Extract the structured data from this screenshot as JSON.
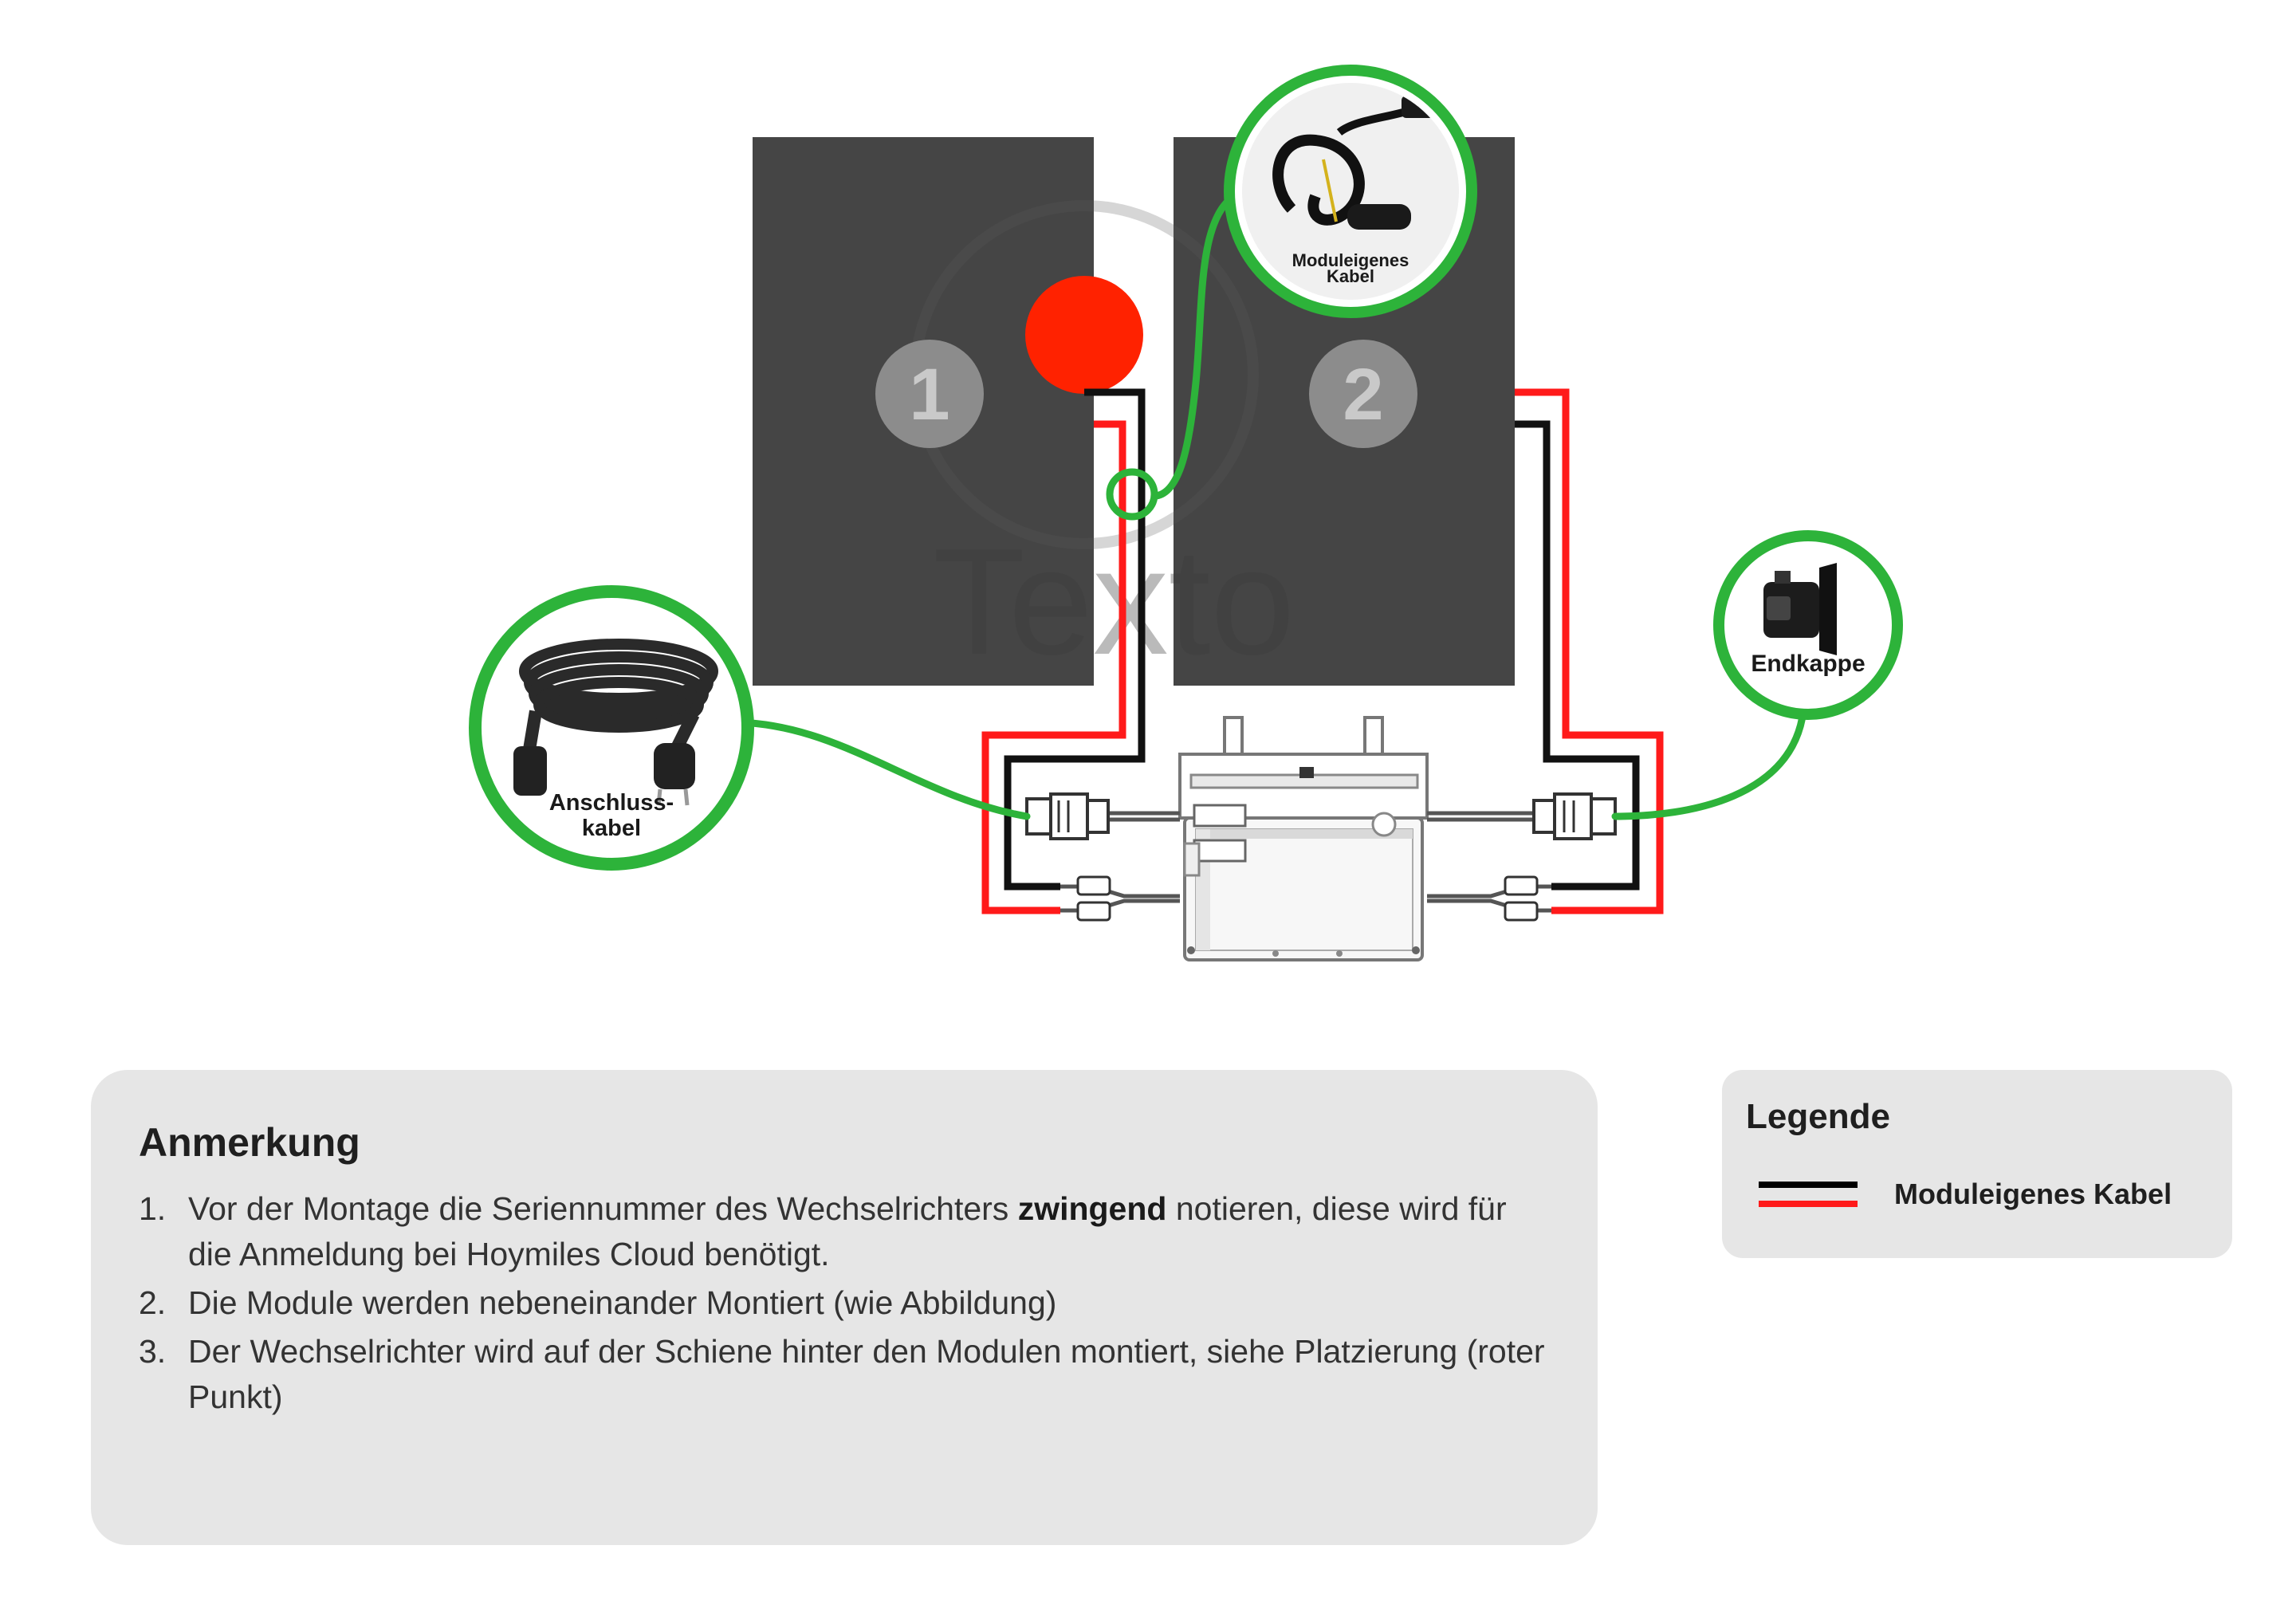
{
  "diagram": {
    "panels": [
      {
        "id": "1",
        "label": "1"
      },
      {
        "id": "2",
        "label": "2"
      }
    ],
    "callouts": {
      "module_cable": {
        "line1": "Moduleigenes",
        "line2": "Kabel"
      },
      "connection_cable": {
        "line1": "Anschluss-",
        "line2": "kabel"
      },
      "end_cap": {
        "label": "Endkappe"
      }
    },
    "colors": {
      "panel": "#454545",
      "callout_ring": "#2db33a",
      "cable_red": "#ff1a1a",
      "cable_black": "#111111",
      "marker_red": "#ff2200"
    },
    "watermark": "Texto"
  },
  "note": {
    "title": "Anmerkung",
    "items": [
      {
        "num": "1.",
        "before": "Vor der Montage die Seriennummer des Wechselrichters ",
        "bold": "zwingend",
        "after": " notieren, diese wird für die Anmeldung bei Hoymiles Cloud benötigt."
      },
      {
        "num": "2.",
        "before": "Die Module werden nebeneinander Montiert (wie Abbildung)",
        "bold": "",
        "after": ""
      },
      {
        "num": "3.",
        "before": "Der Wechselrichter wird auf der Schiene hinter den Modulen montiert, siehe Platzierung  (roter Punkt)",
        "bold": "",
        "after": ""
      }
    ]
  },
  "legend": {
    "title": "Legende",
    "items": [
      {
        "label": "Moduleigenes Kabel",
        "colors": [
          "#000000",
          "#ff1a1a"
        ]
      }
    ]
  }
}
